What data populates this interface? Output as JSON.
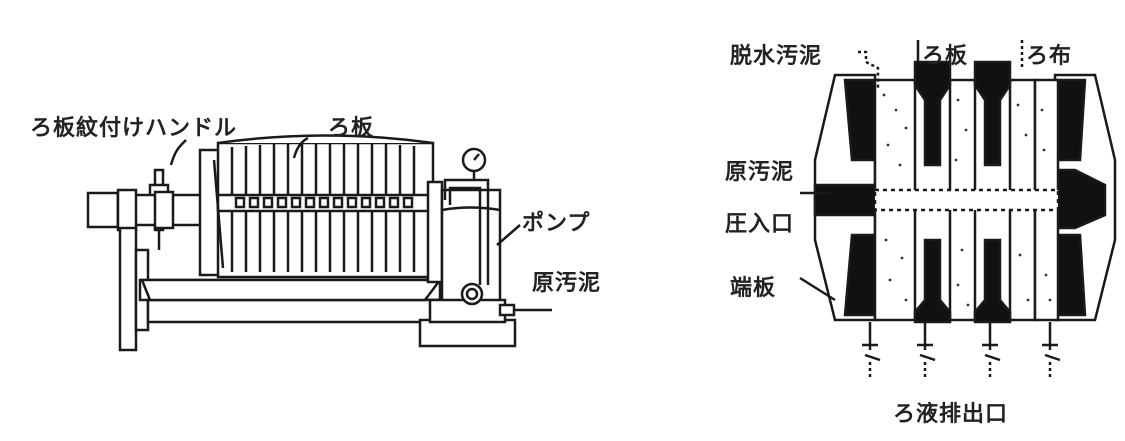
{
  "left_diagram": {
    "label_handle": "ろ板紋付けハンドル",
    "label_plate": "ろ板",
    "label_pump": "ポンプ",
    "label_sludge": "原汚泥"
  },
  "right_diagram": {
    "label_dewatered": "脱水汚泥",
    "label_plate": "ろ板",
    "label_cloth": "ろ布",
    "label_raw_sludge": "原汚泥",
    "label_inlet": "圧入口",
    "label_end_plate": "端板",
    "label_outlet": "ろ液排出口"
  },
  "colors": {
    "ink": "#1a1a1a",
    "paper": "#ffffff"
  }
}
